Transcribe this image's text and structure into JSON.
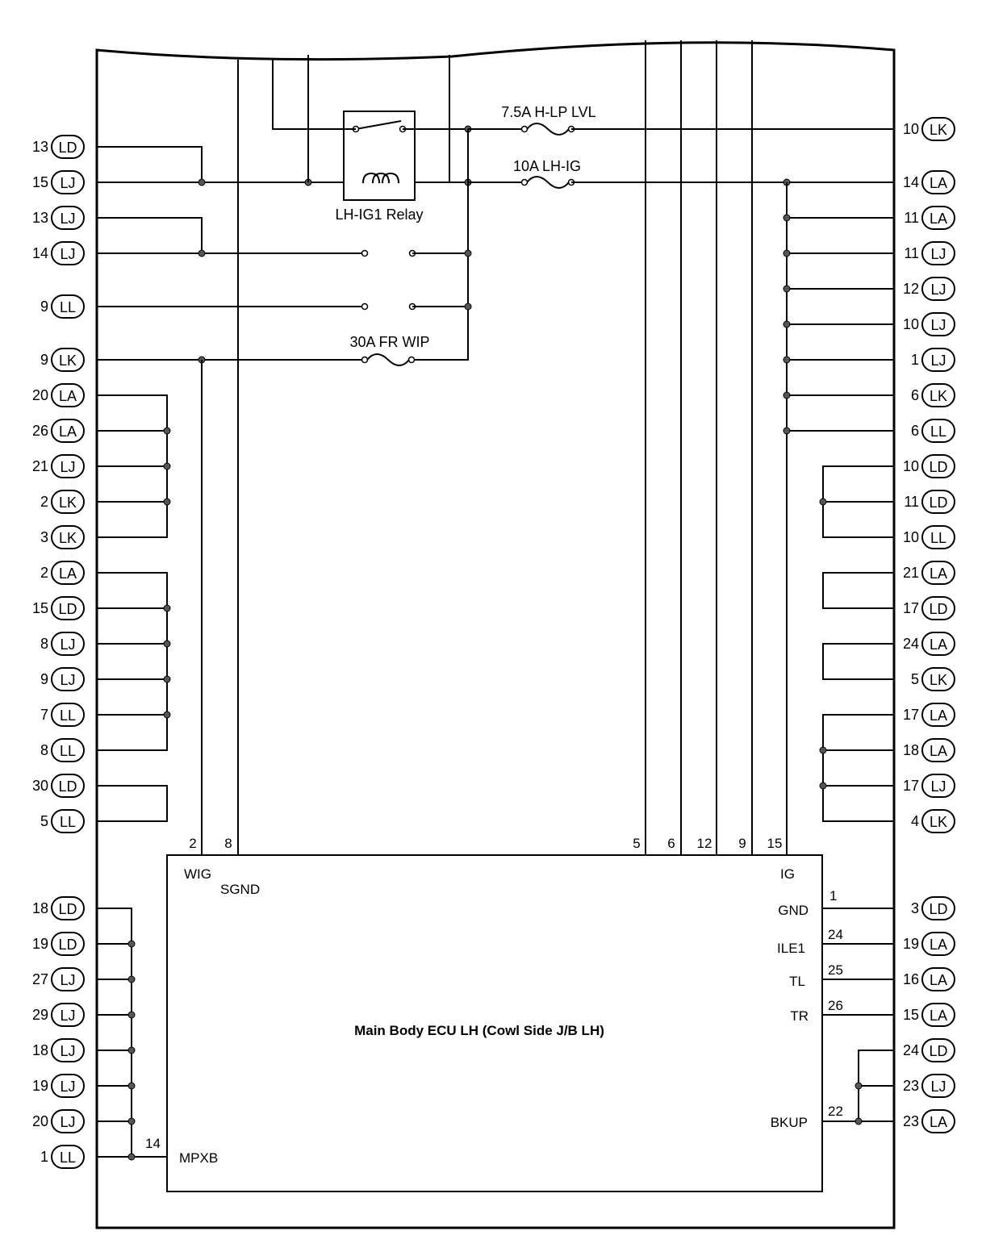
{
  "ecu": {
    "title": "Main Body ECU LH (Cowl Side J/B LH)",
    "pins": [
      {
        "num": "2",
        "name": "WIG"
      },
      {
        "num": "8",
        "name": "SGND"
      },
      {
        "num": "5",
        "name": ""
      },
      {
        "num": "6",
        "name": ""
      },
      {
        "num": "12",
        "name": ""
      },
      {
        "num": "9",
        "name": ""
      },
      {
        "num": "15",
        "name": "IG"
      },
      {
        "num": "1",
        "name": "GND"
      },
      {
        "num": "24",
        "name": "ILE1"
      },
      {
        "num": "25",
        "name": "TL"
      },
      {
        "num": "26",
        "name": "TR"
      },
      {
        "num": "22",
        "name": "BKUP"
      },
      {
        "num": "14",
        "name": "MPXB"
      }
    ]
  },
  "relay": {
    "label": "LH-IG1 Relay"
  },
  "fuses": [
    {
      "label": "7.5A H-LP LVL"
    },
    {
      "label": "10A LH-IG"
    },
    {
      "label": "30A FR WIP"
    }
  ],
  "left_terminals": [
    {
      "pin": "13",
      "conn": "LD"
    },
    {
      "pin": "15",
      "conn": "LJ"
    },
    {
      "pin": "13",
      "conn": "LJ"
    },
    {
      "pin": "14",
      "conn": "LJ"
    },
    {
      "pin": "9",
      "conn": "LL"
    },
    {
      "pin": "9",
      "conn": "LK"
    },
    {
      "pin": "20",
      "conn": "LA"
    },
    {
      "pin": "26",
      "conn": "LA"
    },
    {
      "pin": "21",
      "conn": "LJ"
    },
    {
      "pin": "2",
      "conn": "LK"
    },
    {
      "pin": "3",
      "conn": "LK"
    },
    {
      "pin": "2",
      "conn": "LA"
    },
    {
      "pin": "15",
      "conn": "LD"
    },
    {
      "pin": "8",
      "conn": "LJ"
    },
    {
      "pin": "9",
      "conn": "LJ"
    },
    {
      "pin": "7",
      "conn": "LL"
    },
    {
      "pin": "8",
      "conn": "LL"
    },
    {
      "pin": "30",
      "conn": "LD"
    },
    {
      "pin": "5",
      "conn": "LL"
    },
    {
      "pin": "18",
      "conn": "LD"
    },
    {
      "pin": "19",
      "conn": "LD"
    },
    {
      "pin": "27",
      "conn": "LJ"
    },
    {
      "pin": "29",
      "conn": "LJ"
    },
    {
      "pin": "18",
      "conn": "LJ"
    },
    {
      "pin": "19",
      "conn": "LJ"
    },
    {
      "pin": "20",
      "conn": "LJ"
    },
    {
      "pin": "1",
      "conn": "LL"
    }
  ],
  "right_terminals": [
    {
      "pin": "10",
      "conn": "LK"
    },
    {
      "pin": "14",
      "conn": "LA"
    },
    {
      "pin": "11",
      "conn": "LA"
    },
    {
      "pin": "11",
      "conn": "LJ"
    },
    {
      "pin": "12",
      "conn": "LJ"
    },
    {
      "pin": "10",
      "conn": "LJ"
    },
    {
      "pin": "1",
      "conn": "LJ"
    },
    {
      "pin": "6",
      "conn": "LK"
    },
    {
      "pin": "6",
      "conn": "LL"
    },
    {
      "pin": "10",
      "conn": "LD"
    },
    {
      "pin": "11",
      "conn": "LD"
    },
    {
      "pin": "10",
      "conn": "LL"
    },
    {
      "pin": "21",
      "conn": "LA"
    },
    {
      "pin": "17",
      "conn": "LD"
    },
    {
      "pin": "24",
      "conn": "LA"
    },
    {
      "pin": "5",
      "conn": "LK"
    },
    {
      "pin": "17",
      "conn": "LA"
    },
    {
      "pin": "18",
      "conn": "LA"
    },
    {
      "pin": "17",
      "conn": "LJ"
    },
    {
      "pin": "4",
      "conn": "LK"
    },
    {
      "pin": "3",
      "conn": "LD"
    },
    {
      "pin": "19",
      "conn": "LA"
    },
    {
      "pin": "16",
      "conn": "LA"
    },
    {
      "pin": "15",
      "conn": "LA"
    },
    {
      "pin": "24",
      "conn": "LD"
    },
    {
      "pin": "23",
      "conn": "LJ"
    },
    {
      "pin": "23",
      "conn": "LA"
    }
  ]
}
